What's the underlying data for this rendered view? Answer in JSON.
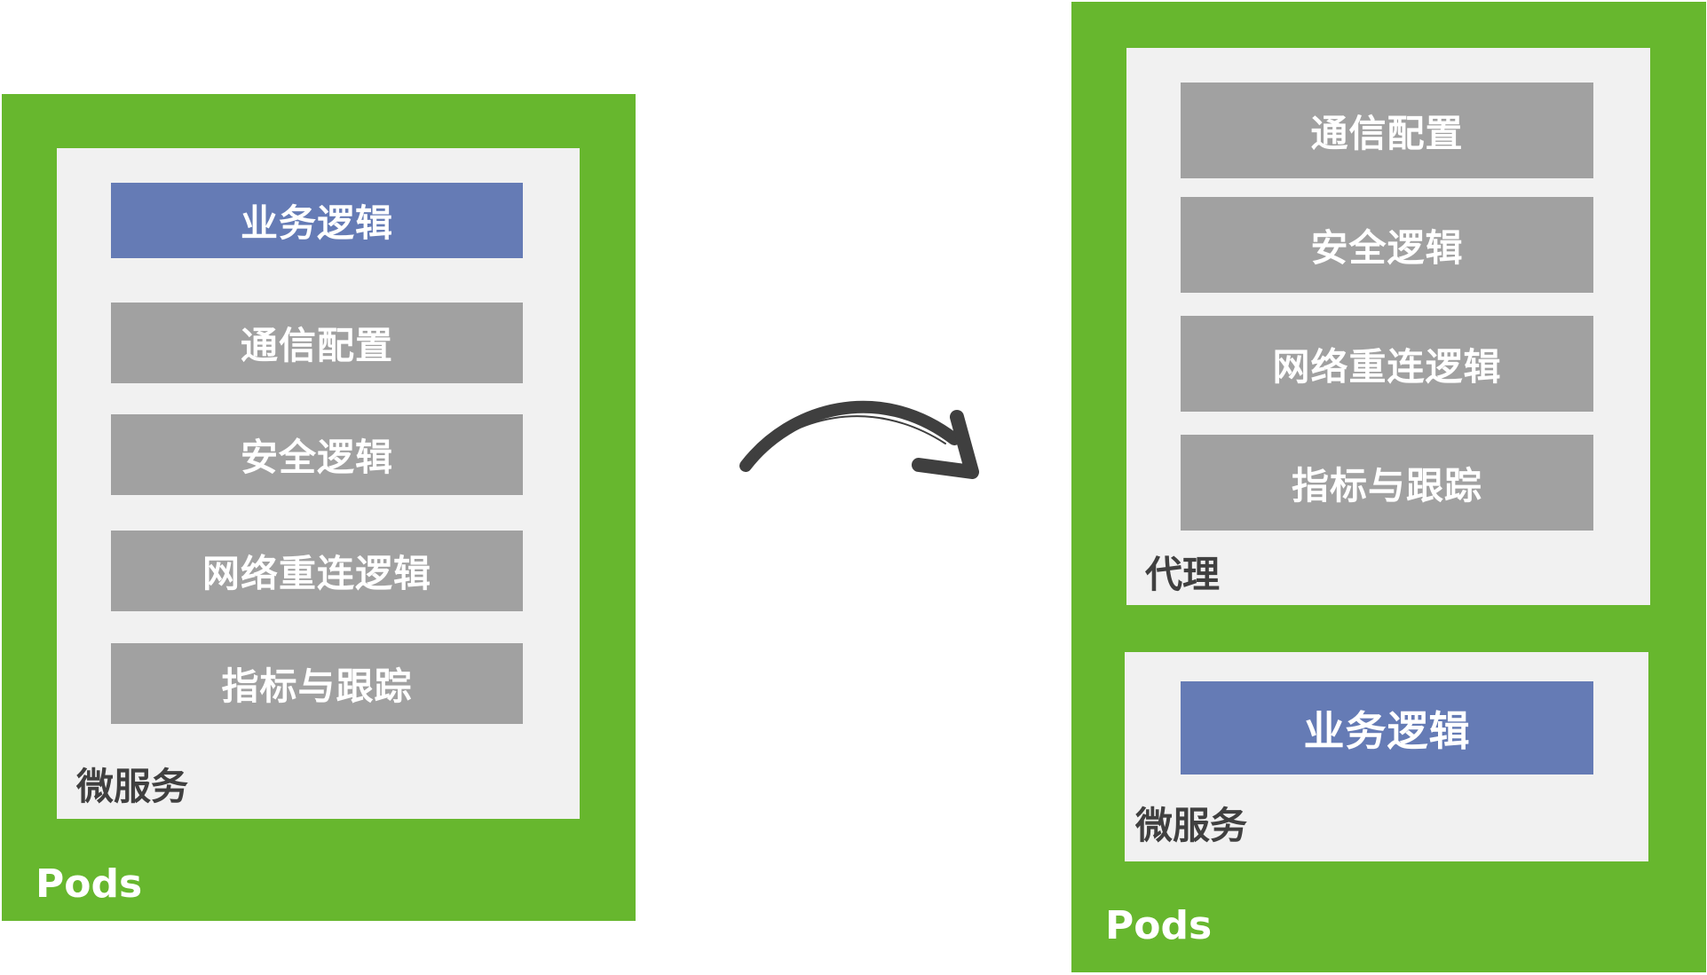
{
  "colors": {
    "pod_green": "#67B72E",
    "panel_light": "#F1F1F1",
    "box_gray": "#A1A1A1",
    "box_blue": "#657BB5",
    "label_dark": "#404040",
    "arrow": "#3F3F3F"
  },
  "left": {
    "pod_label": "Pods",
    "microservice": {
      "label": "微服务",
      "business_logic": "业务逻辑",
      "items": [
        "通信配置",
        "安全逻辑",
        "网络重连逻辑",
        "指标与跟踪"
      ]
    }
  },
  "transition": {
    "icon": "curved-arrow-right-icon"
  },
  "right": {
    "pod_label": "Pods",
    "proxy": {
      "label": "代理",
      "items": [
        "通信配置",
        "安全逻辑",
        "网络重连逻辑",
        "指标与跟踪"
      ]
    },
    "microservice": {
      "label": "微服务",
      "business_logic": "业务逻辑"
    }
  }
}
